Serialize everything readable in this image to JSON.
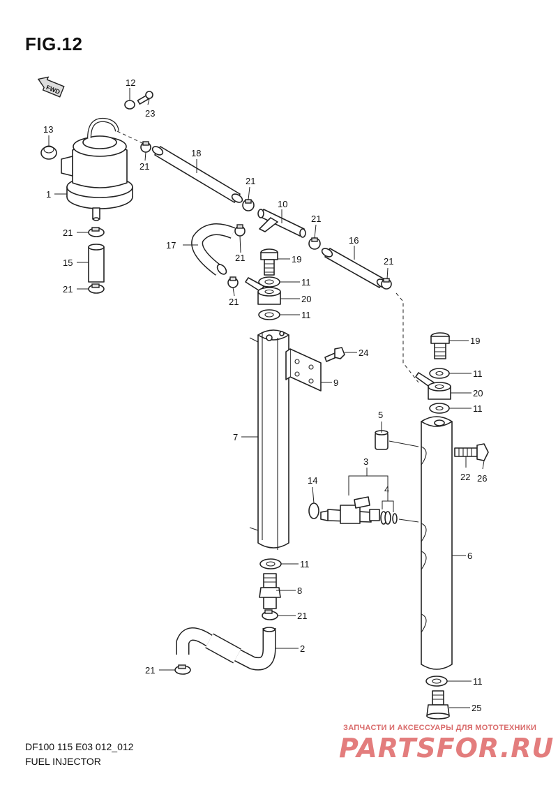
{
  "figure_title": "FIG.12",
  "fwd_label": "FWD",
  "footer_code": "DF100 115 E03 012_012",
  "footer_caption": "FUEL INJECTOR",
  "watermark_top": "ЗАПЧАСТИ И АКСЕССУАРЫ ДЛЯ МОТОТЕХНИКИ",
  "watermark_logo": "PARTSFOR.RU",
  "callouts": {
    "c12": "12",
    "c23": "23",
    "c13": "13",
    "c1": "1",
    "c21a": "21",
    "c18": "18",
    "c21b": "21",
    "c10": "10",
    "c21c": "21",
    "c21d": "21",
    "c15": "15",
    "c21e": "21",
    "c17": "17",
    "c21f": "21",
    "c19a": "19",
    "c11a": "11",
    "c16": "16",
    "c21g": "21",
    "c21h": "21",
    "c20a": "20",
    "c11b": "11",
    "c24": "24",
    "c9": "9",
    "c19b": "19",
    "c11c": "11",
    "c20b": "20",
    "c11d": "11",
    "c5": "5",
    "c7": "7",
    "c3": "3",
    "c22": "22",
    "c26": "26",
    "c14": "14",
    "c4": "4",
    "c6": "6",
    "c11e": "11",
    "c8": "8",
    "c21i": "21",
    "c2": "2",
    "c21j": "21",
    "c11f": "11",
    "c25": "25"
  }
}
